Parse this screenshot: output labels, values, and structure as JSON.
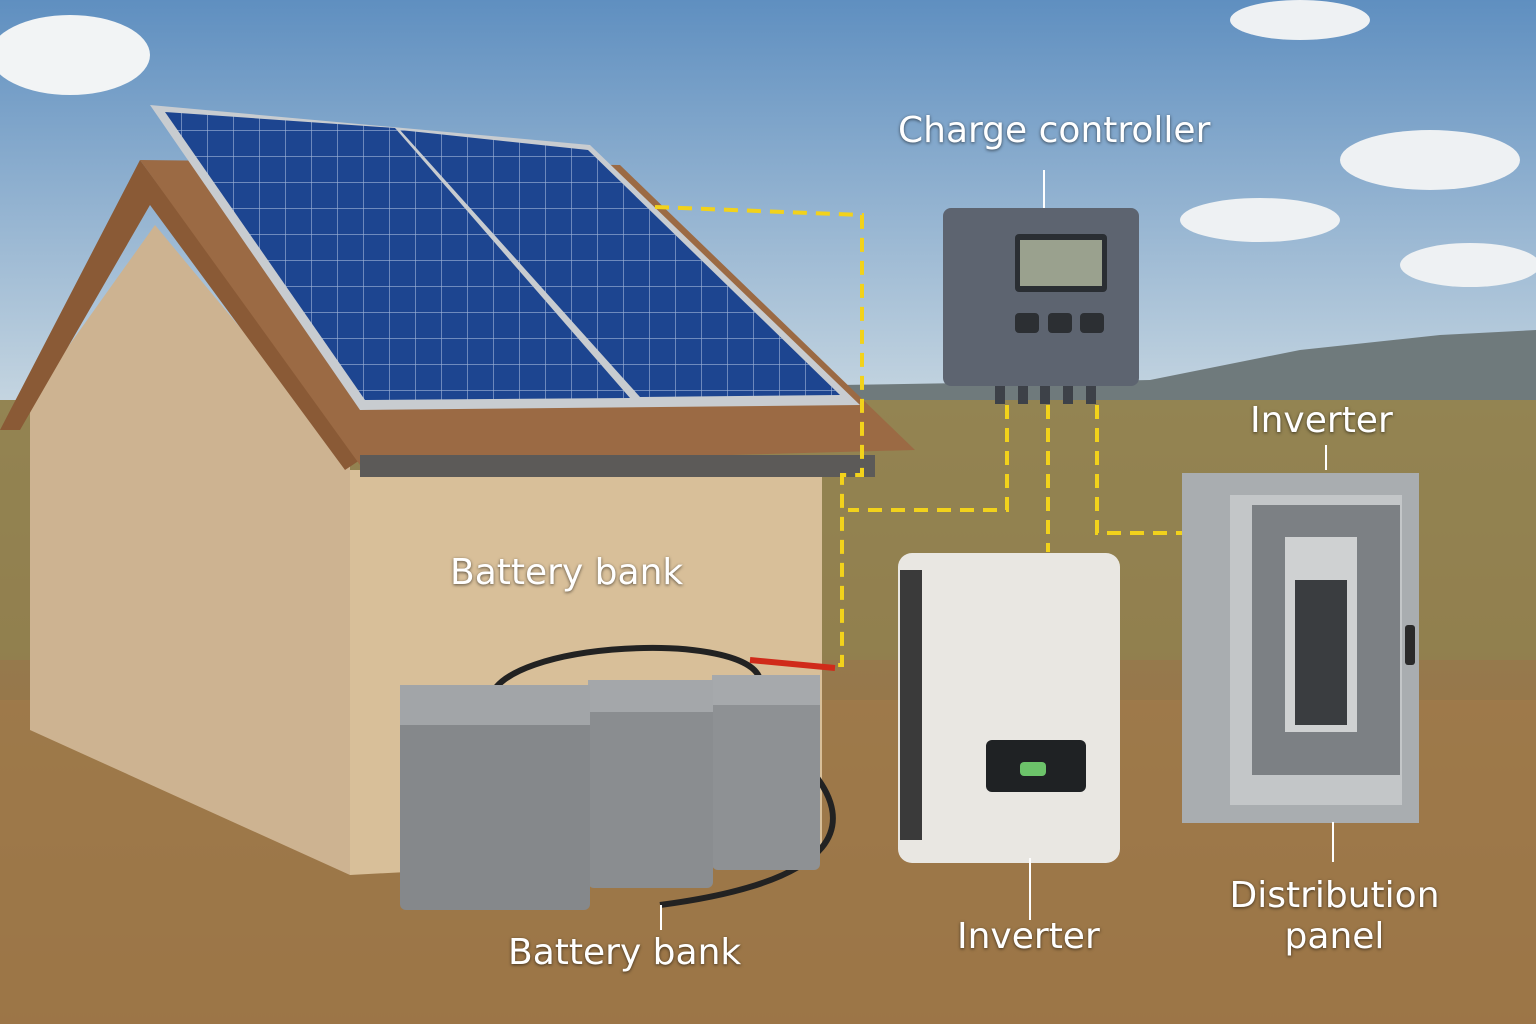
{
  "labels": {
    "charge_controller": "Charge controller",
    "inverter_top": "Inverter",
    "battery_bank_wall": "Battery bank",
    "battery_bank_bottom": "Battery bank",
    "inverter_bottom": "Inverter",
    "distribution_panel_line1": "Distribution",
    "distribution_panel_line2": "panel"
  },
  "colors": {
    "wiring_dashed": "#f2d21b",
    "sky": "#7fa7cc",
    "ground": "#a07a4c",
    "panel_blue": "#1f4a9a"
  }
}
